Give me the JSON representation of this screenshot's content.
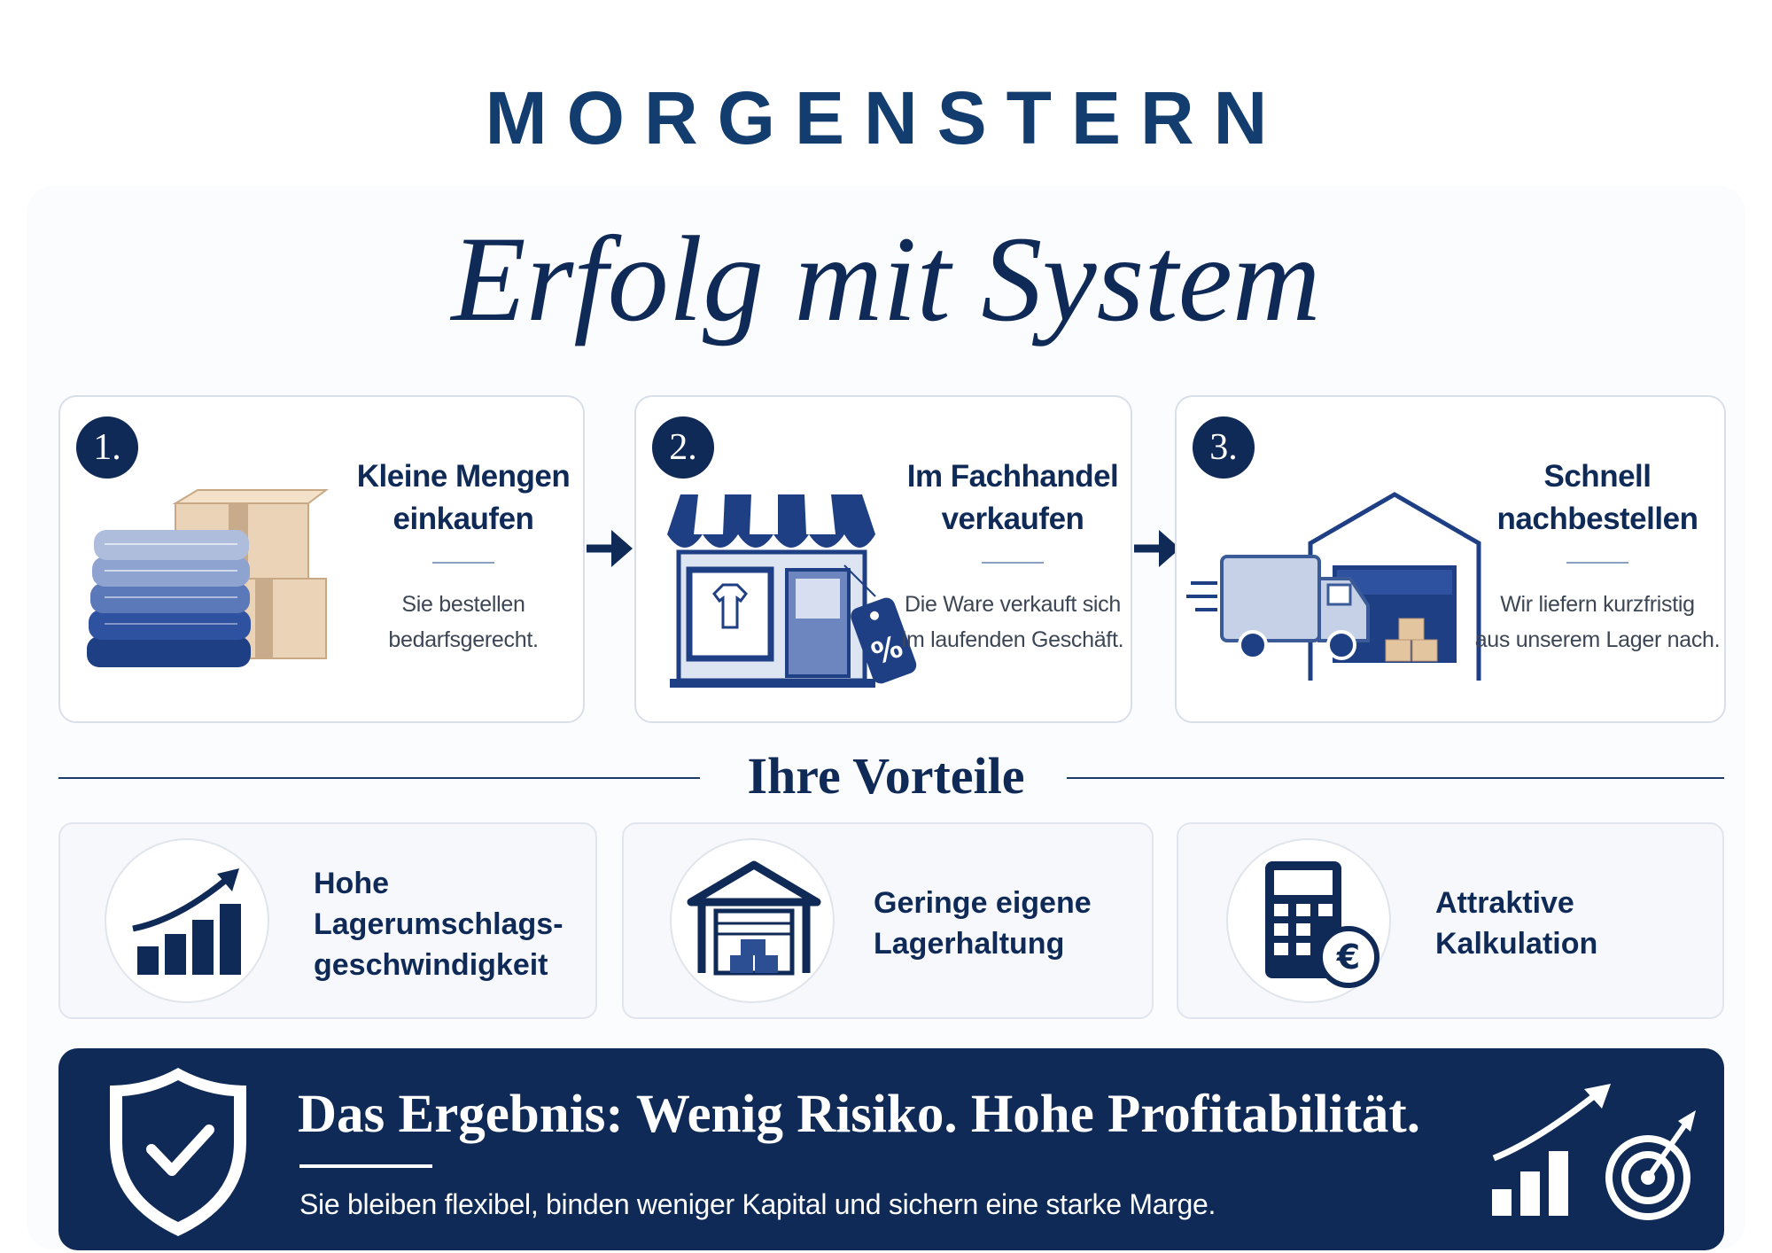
{
  "brand": "MORGENSTERN",
  "headline": "Erfolg mit System",
  "steps": [
    {
      "number": "1.",
      "title_line1": "Kleine Mengen",
      "title_line2": "einkaufen",
      "desc_line1": "Sie bestellen",
      "desc_line2": "bedarfsgerecht."
    },
    {
      "number": "2.",
      "title_line1": "Im Fachhandel",
      "title_line2": "verkaufen",
      "desc_line1": "Die Ware verkauft sich",
      "desc_line2": "im laufenden Geschäft."
    },
    {
      "number": "3.",
      "title_line1": "Schnell",
      "title_line2": "nachbestellen",
      "desc_line1": "Wir liefern kurzfristig",
      "desc_line2": "aus unserem Lager nach."
    }
  ],
  "section_title": "Ihre Vorteile",
  "benefits": [
    {
      "line1": "Hohe",
      "line2": "Lagerumschlags-",
      "line3": "geschwindigkeit",
      "icon": "bar-chart-growth-icon"
    },
    {
      "line1": "Geringe eigene",
      "line2": "Lagerhaltung",
      "icon": "warehouse-icon"
    },
    {
      "line1": "Attraktive",
      "line2": "Kalkulation",
      "icon": "calculator-euro-icon"
    }
  ],
  "result": {
    "title": "Das Ergebnis: Wenig Risiko. Hohe Profitabilität.",
    "subtitle": "Sie bleiben flexibel, binden weniger Kapital und sichern eine starke Marge."
  },
  "colors": {
    "navy": "#0f2a57",
    "blue": "#2c4f93",
    "light_blue": "#9fb1d6",
    "cardboard": "#e9d2b8"
  }
}
